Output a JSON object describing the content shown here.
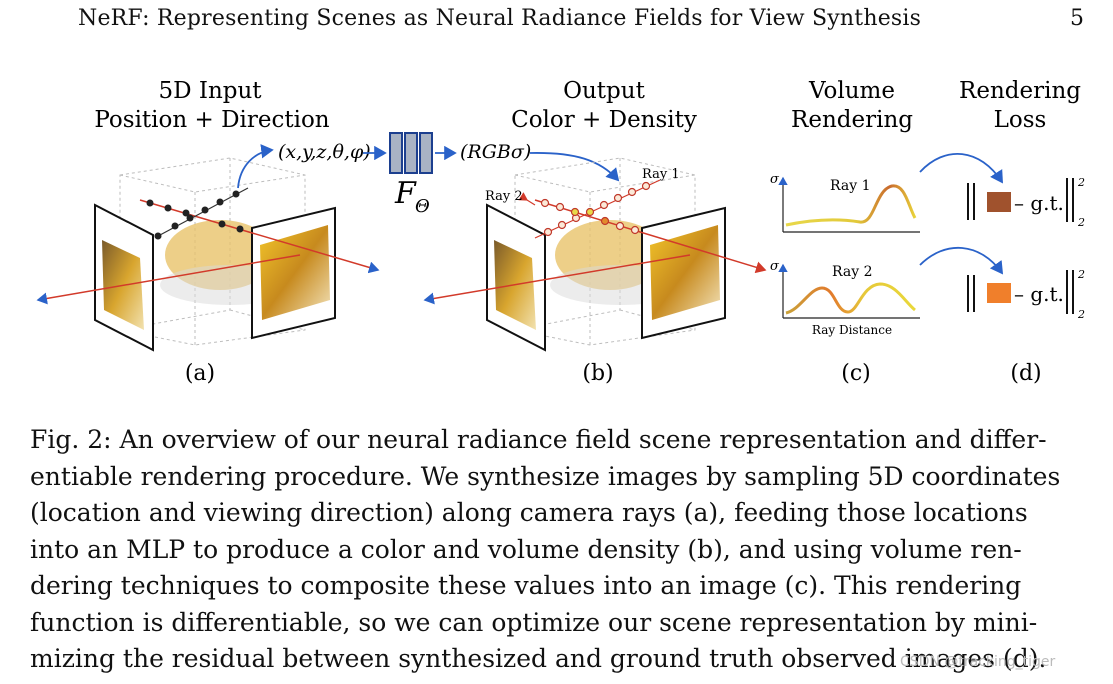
{
  "header": {
    "title": "NeRF: Representing Scenes as Neural Radiance Fields for View Synthesis",
    "page_number": "5"
  },
  "figure": {
    "panel_a": {
      "title_line1": "5D Input",
      "title_line2": "Position + Direction",
      "input_label": "(x,y,z,θ,φ)",
      "caption": "(a)"
    },
    "mlp": {
      "label": "F",
      "subscript": "Θ"
    },
    "panel_b": {
      "title_line1": "Output",
      "title_line2": "Color + Density",
      "output_label": "(RGBσ)",
      "ray1": "Ray 1",
      "ray2": "Ray 2",
      "caption": "(b)"
    },
    "panel_c": {
      "title_line1": "Volume",
      "title_line2": "Rendering",
      "sigma": "σ",
      "ray1": "Ray 1",
      "ray2": "Ray 2",
      "xlabel": "Ray Distance",
      "caption": "(c)"
    },
    "panel_d": {
      "title_line1": "Rendering",
      "title_line2": "Loss",
      "gt": "– g.t.",
      "exp": "2",
      "sub": "2",
      "caption": "(d)",
      "color1": "#a0522d",
      "color2": "#f07f2b"
    }
  },
  "caption_lines": [
    "Fig. 2: An overview of our neural radiance field scene representation and differ-",
    "entiable rendering procedure. We synthesize images by sampling 5D coordinates",
    "(location and viewing direction) along camera rays (a), feeding those locations",
    "into an MLP to produce a color and volume density (b), and using volume ren-",
    "dering techniques to composite these values into an image (c). This rendering",
    "function is differentiable, so we can optimize our scene representation by mini-",
    "mizing the residual between synthesized and ground truth observed images (d)."
  ],
  "watermark": "CSDN @tracking_tiger"
}
